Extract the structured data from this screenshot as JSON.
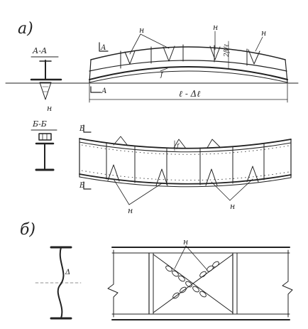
{
  "parts": {
    "a": "а)",
    "b": "б)"
  },
  "sections": {
    "aa": "А-А",
    "bb": "Б-Б"
  },
  "cut_marks": {
    "a_top": "А",
    "a_bottom": "А",
    "b_top": "Б",
    "b_bottom": "Б"
  },
  "weld_label": "н",
  "dims": {
    "span": "ℓ - Δℓ",
    "v": "2β/ℓ",
    "f": "f",
    "delta": "Δ"
  }
}
